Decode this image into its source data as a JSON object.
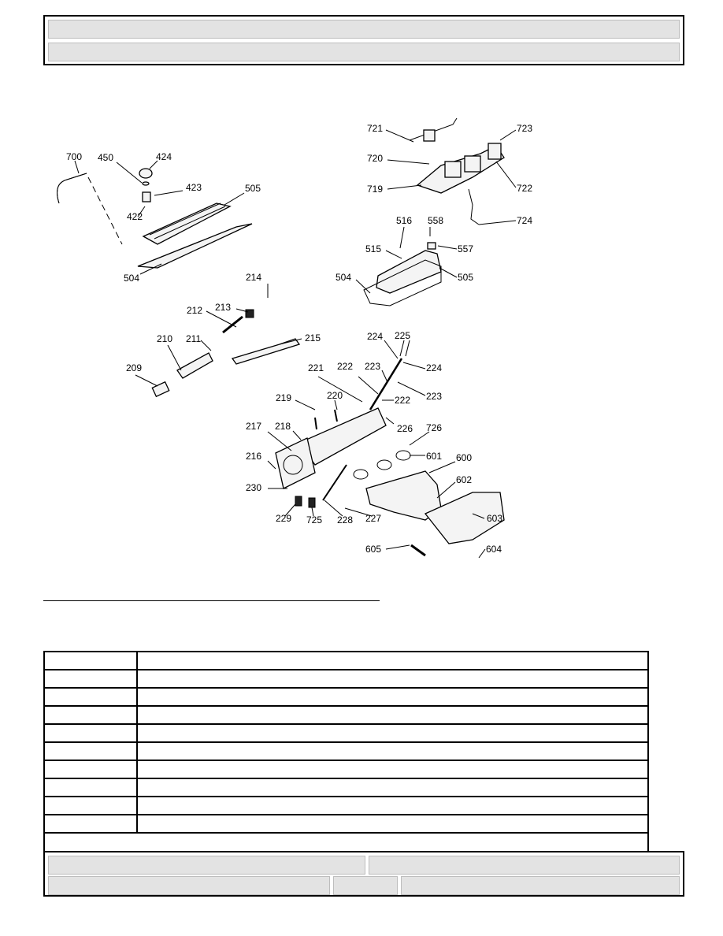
{
  "header": {
    "row1": "",
    "row2": ""
  },
  "diagram": {
    "labels": {
      "l700": "700",
      "l450": "450",
      "l424": "424",
      "l423": "423",
      "l422": "422",
      "l505a": "505",
      "l504a": "504",
      "l721": "721",
      "l723": "723",
      "l720": "720",
      "l719": "719",
      "l722": "722",
      "l724": "724",
      "l516": "516",
      "l558": "558",
      "l515": "515",
      "l557": "557",
      "l504b": "504",
      "l505b": "505",
      "l214": "214",
      "l212": "212",
      "l213": "213",
      "l215": "215",
      "l210": "210",
      "l211": "211",
      "l209": "209",
      "l224a": "224",
      "l225": "225",
      "l224b": "224",
      "l221": "221",
      "l222a": "222",
      "l223a": "223",
      "l222b": "222",
      "l223b": "223",
      "l219": "219",
      "l220": "220",
      "l217": "217",
      "l218": "218",
      "l226": "226",
      "l726": "726",
      "l216": "216",
      "l601": "601",
      "l600": "600",
      "l602": "602",
      "l230": "230",
      "l229": "229",
      "l725": "725",
      "l228": "228",
      "l227": "227",
      "l603": "603",
      "l605": "605",
      "l604": "604"
    }
  },
  "legend": {
    "rows": [
      {
        "num": "",
        "desc": ""
      },
      {
        "num": "",
        "desc": ""
      },
      {
        "num": "",
        "desc": ""
      },
      {
        "num": "",
        "desc": ""
      },
      {
        "num": "",
        "desc": ""
      },
      {
        "num": "",
        "desc": ""
      },
      {
        "num": "",
        "desc": ""
      },
      {
        "num": "",
        "desc": ""
      },
      {
        "num": "",
        "desc": ""
      },
      {
        "num": "",
        "desc": ""
      }
    ]
  },
  "footer": {
    "cell1": "",
    "cell2": "",
    "cell3": "",
    "cell4": "",
    "cell5": ""
  }
}
